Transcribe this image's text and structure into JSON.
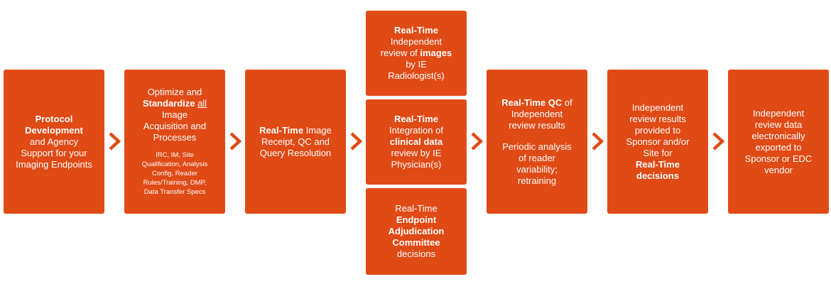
{
  "colors": {
    "box": "#e04a15",
    "chevron": "#e04a15",
    "text": "#ffffff"
  },
  "boxes": {
    "b1": {
      "a": "Protocol",
      "b": "Development",
      "c": "and Agency",
      "d": "Support for your",
      "e": "Imaging Endpoints"
    },
    "b2": {
      "a": "Optimize and",
      "b": "Standardize",
      "c": "all",
      "d": "Image",
      "e": "Acquisition and",
      "f": "Processes",
      "s1": "IRC, IM, Site",
      "s2": "Qualification, Analysis",
      "s3": "Config, Reader",
      "s4": "Rules/Training, DMP,",
      "s5": "Data Transfer Specs"
    },
    "b3": {
      "a": "Real-Time",
      "b": "Image",
      "c": "Receipt, QC and",
      "d": "Query Resolution"
    },
    "b4a": {
      "a": "Real-Time",
      "b": "Independent",
      "c": "review of",
      "d": "images",
      "e": "by IE",
      "f": "Radiologist(s)"
    },
    "b4b": {
      "a": "Real-Time",
      "b": "Integration of",
      "c": "clinical data",
      "d": "review by IE",
      "e": "Physician(s)"
    },
    "b4c": {
      "a": "Real-Time",
      "b": "Endpoint",
      "c": "Adjudication",
      "d": "Committee",
      "e": "decisions"
    },
    "b5": {
      "a": "Real-Time QC",
      "b": "of",
      "c": "Independent",
      "d": "review results",
      "e": "Periodic analysis",
      "f": "of reader",
      "g": "variability;",
      "h": "retraining"
    },
    "b6": {
      "a": "Independent",
      "b": "review results",
      "c": "provided to",
      "d": "Sponsor and/or",
      "e": "Site for",
      "f": "Real-Time",
      "g": "decisions"
    },
    "b7": {
      "a": "Independent",
      "b": "review data",
      "c": "electronically",
      "d": "exported to",
      "e": "Sponsor or EDC",
      "f": "vendor"
    }
  }
}
